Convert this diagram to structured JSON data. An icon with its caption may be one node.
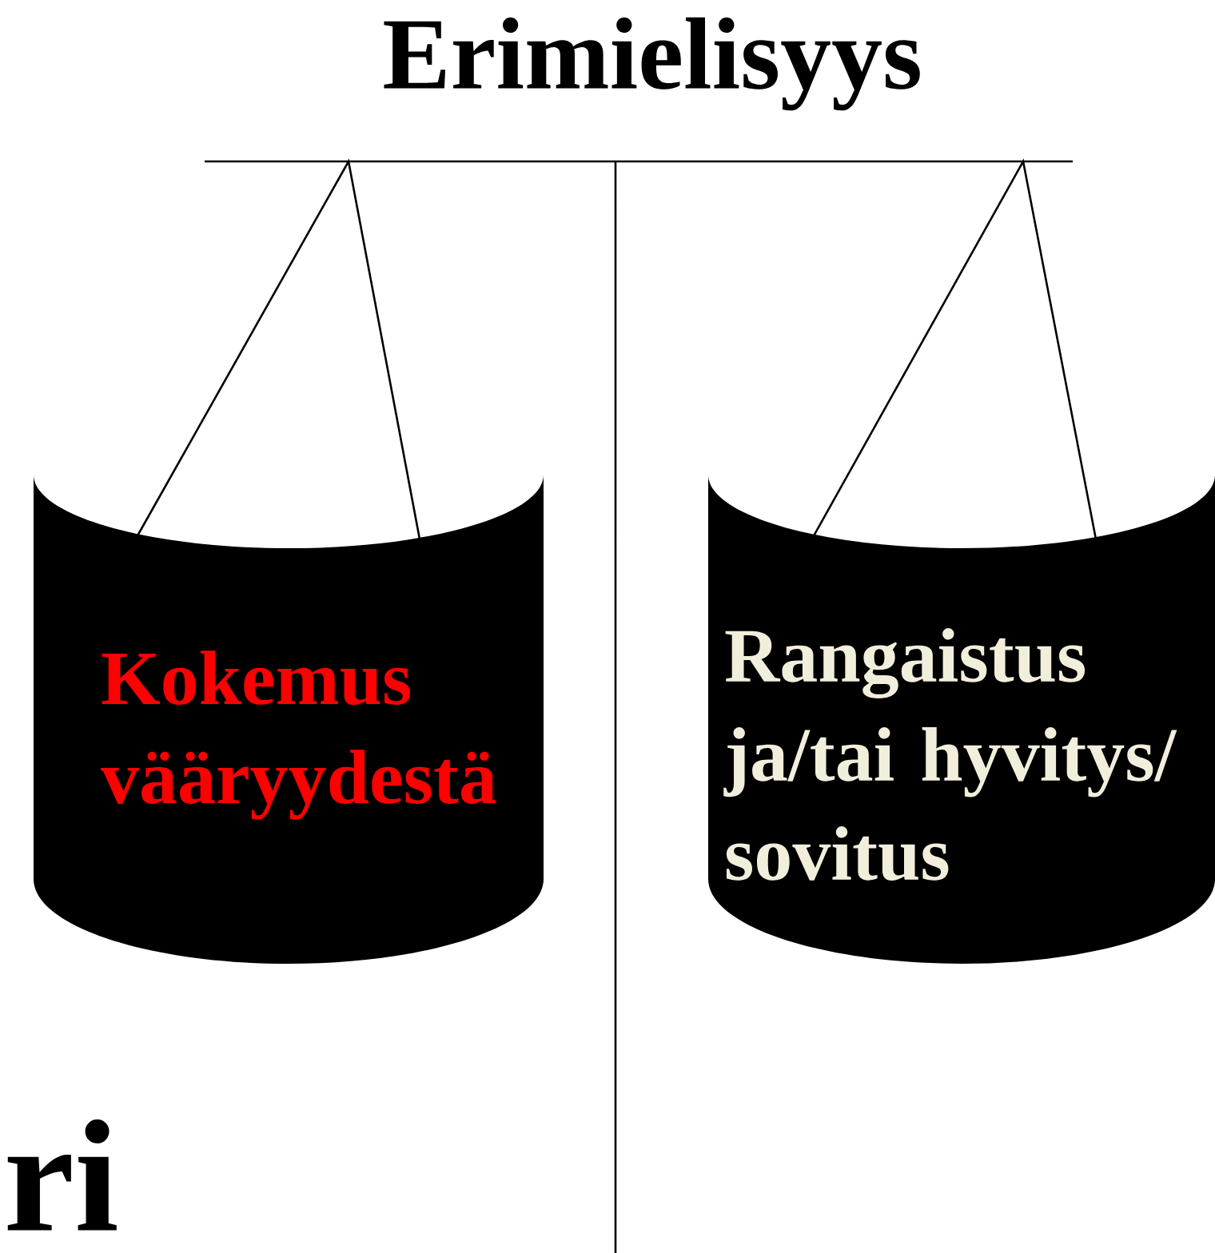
{
  "diagram": {
    "title": "Erimielisyys",
    "nodes": [
      {
        "text": [
          "Kokemus vääryydestä"
        ]
      },
      {
        "text": [
          "Rangaistus ja/tai hyvitys/ sovitus"
        ]
      }
    ],
    "labels": [
      "ri"
    ]
  }
}
